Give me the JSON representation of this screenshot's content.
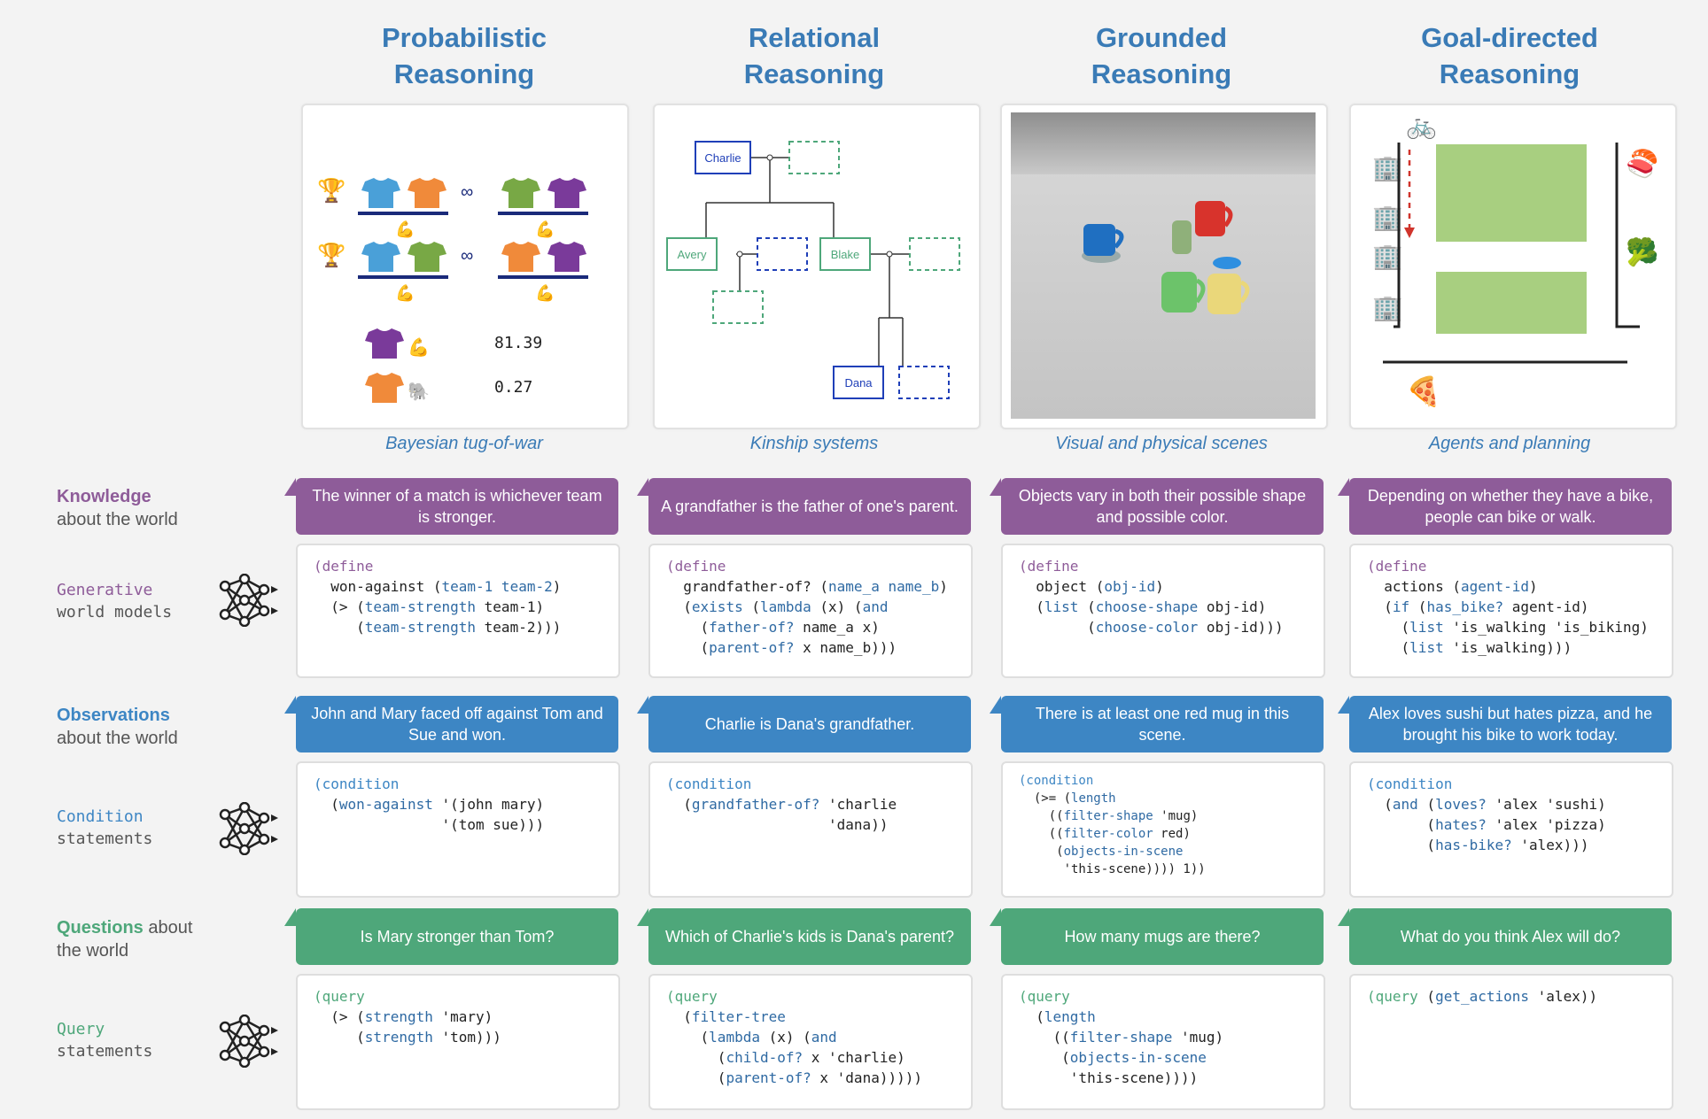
{
  "columns": [
    {
      "title_line1": "Probabilistic",
      "title_line2": "Reasoning",
      "caption": "Bayesian tug-of-war",
      "knowledge": "The winner of a match is whichever team is stronger.",
      "observation": "John and Mary faced off against Tom and Sue and won.",
      "question": "Is Mary stronger than Tom?"
    },
    {
      "title_line1": "Relational",
      "title_line2": "Reasoning",
      "caption": "Kinship systems",
      "knowledge": "A grandfather is the father of one's parent.",
      "observation": "Charlie is Dana's grandfather.",
      "question": "Which of Charlie's kids is Dana's parent?"
    },
    {
      "title_line1": "Grounded",
      "title_line2": "Reasoning",
      "caption": "Visual and physical scenes",
      "knowledge": "Objects vary in both their possible shape and possible color.",
      "observation": "There is at least one red mug in this scene.",
      "question": "How many mugs are there?"
    },
    {
      "title_line1": "Goal-directed",
      "title_line2": "Reasoning",
      "caption": "Agents and planning",
      "knowledge": "Depending on whether they have a bike, people can bike or walk.",
      "observation": "Alex loves sushi but hates pizza, and he brought his bike to work today.",
      "question": "What do you think Alex will do?"
    }
  ],
  "left_labels": {
    "knowledge_bold": "Knowledge",
    "knowledge_rest": "about the world",
    "generative_1": "Generative",
    "generative_2": "world models",
    "observations_bold": "Observations",
    "observations_rest": "about the world",
    "condition_1": "Condition",
    "condition_2": "statements",
    "questions_bold": "Questions",
    "questions_rest1": " about",
    "questions_rest2": "the world",
    "query_1": "Query",
    "query_2": "statements"
  },
  "tug_panel": {
    "strength_value": "81.39",
    "laziness_value": "0.27"
  },
  "kinship_panel": {
    "names": [
      "Charlie",
      "Avery",
      "Blake",
      "Dana"
    ]
  },
  "colors": {
    "purple": "#8e5c99",
    "blue": "#3d86c4",
    "green": "#4ea77a",
    "title": "#3a7bb6"
  }
}
